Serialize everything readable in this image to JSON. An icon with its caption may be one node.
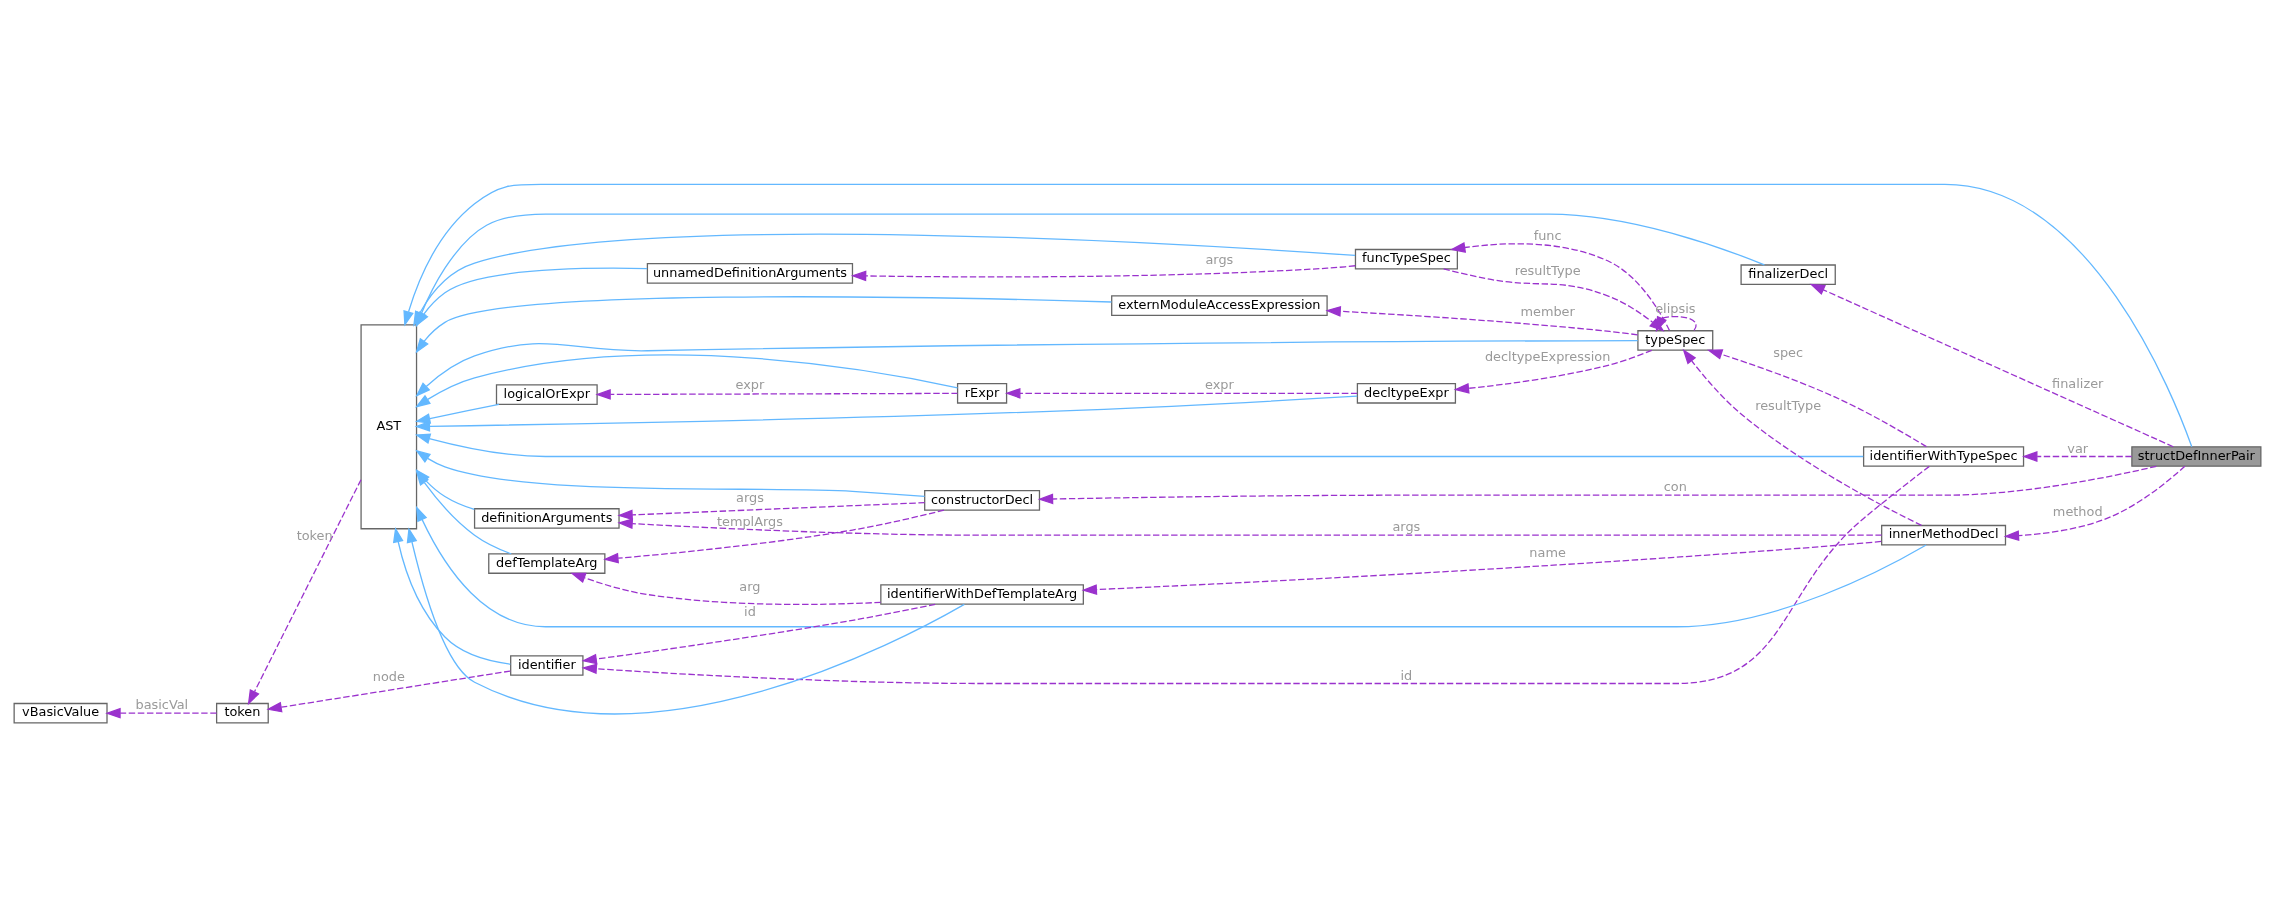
{
  "diagram": {
    "nodes": [
      {
        "text": [
          "structDefInnerPair"
        ]
      },
      {
        "text": [
          "finalizerDecl"
        ]
      },
      {
        "text": [
          "AST"
        ]
      },
      {
        "text": [
          "funcTypeSpec"
        ]
      },
      {
        "text": [
          "unnamedDefinitionArguments"
        ]
      },
      {
        "text": [
          "externModuleAccessExpression"
        ]
      },
      {
        "text": [
          "typeSpec"
        ]
      },
      {
        "text": [
          "rExpr"
        ]
      },
      {
        "text": [
          "logicalOrExpr"
        ]
      },
      {
        "text": [
          "decltypeExpr"
        ]
      },
      {
        "text": [
          "identifierWithTypeSpec"
        ]
      },
      {
        "text": [
          "constructorDecl"
        ]
      },
      {
        "text": [
          "definitionArguments"
        ]
      },
      {
        "text": [
          "defTemplateArg"
        ]
      },
      {
        "text": [
          "innerMethodDecl"
        ]
      },
      {
        "text": [
          "identifier"
        ]
      },
      {
        "text": [
          "token"
        ]
      },
      {
        "text": [
          "vBasicValue"
        ]
      },
      {
        "text": [
          "identifierWithDefTemplateArg"
        ]
      }
    ],
    "edges": [
      {
        "from": 1,
        "to": 2,
        "arrow": "to",
        "color": "#63b8ff"
      },
      {
        "from": 0,
        "to": 2,
        "arrow": "to",
        "color": "#63b8ff"
      },
      {
        "from": 3,
        "to": 2,
        "arrow": "to",
        "color": "#63b8ff"
      },
      {
        "from": 4,
        "to": 2,
        "arrow": "to",
        "color": "#63b8ff"
      },
      {
        "from": 5,
        "to": 2,
        "arrow": "to",
        "color": "#63b8ff"
      },
      {
        "from": 7,
        "to": 2,
        "arrow": "to",
        "color": "#63b8ff"
      },
      {
        "from": 8,
        "to": 2,
        "arrow": "to",
        "color": "#63b8ff"
      },
      {
        "from": 9,
        "to": 2,
        "arrow": "to",
        "color": "#63b8ff"
      },
      {
        "from": 6,
        "to": 2,
        "arrow": "to",
        "color": "#63b8ff"
      },
      {
        "from": 10,
        "to": 2,
        "arrow": "to",
        "color": "#63b8ff"
      },
      {
        "from": 14,
        "to": 2,
        "arrow": "to",
        "color": "#63b8ff"
      },
      {
        "from": 11,
        "to": 2,
        "arrow": "to",
        "color": "#63b8ff"
      },
      {
        "from": 12,
        "to": 2,
        "arrow": "to",
        "color": "#63b8ff"
      },
      {
        "from": 13,
        "to": 2,
        "arrow": "to",
        "color": "#63b8ff"
      },
      {
        "from": 15,
        "to": 2,
        "arrow": "to",
        "color": "#63b8ff"
      },
      {
        "from": 18,
        "to": 2,
        "arrow": "to",
        "color": "#63b8ff"
      },
      {
        "from": 0,
        "to": 1,
        "arrow": "to",
        "label": "finalizer",
        "style": "dashed"
      },
      {
        "from": 3,
        "to": 4,
        "arrow": "to",
        "label": "args",
        "style": "dashed"
      },
      {
        "from": 6,
        "to": 3,
        "arrow": "to",
        "label": "func",
        "style": "dashed"
      },
      {
        "from": 3,
        "to": 6,
        "arrow": "to",
        "label": "resultType",
        "style": "dashed"
      },
      {
        "from": 6,
        "to": 5,
        "arrow": "to",
        "label": "member",
        "style": "dashed"
      },
      {
        "from": 6,
        "to": 6,
        "arrow": "to",
        "label": "elipsis",
        "style": "dashed"
      },
      {
        "from": 6,
        "to": 9,
        "arrow": "to",
        "label": "decltypeExpression",
        "style": "dashed"
      },
      {
        "from": 9,
        "to": 7,
        "arrow": "to",
        "label": "expr",
        "style": "dashed"
      },
      {
        "from": 7,
        "to": 8,
        "arrow": "to",
        "label": "expr",
        "style": "dashed"
      },
      {
        "from": 10,
        "to": 6,
        "arrow": "to",
        "label": "spec",
        "style": "dashed"
      },
      {
        "from": 14,
        "to": 6,
        "arrow": "to",
        "label": "resultType",
        "style": "dashed"
      },
      {
        "from": 0,
        "to": 10,
        "arrow": "to",
        "label": "var",
        "style": "dashed"
      },
      {
        "from": 0,
        "to": 11,
        "arrow": "to",
        "label": "con",
        "style": "dashed"
      },
      {
        "from": 10,
        "to": 15,
        "arrow": "to",
        "label": "id",
        "style": "dashed"
      },
      {
        "from": 0,
        "to": 14,
        "arrow": "to",
        "label": "method",
        "style": "dashed"
      },
      {
        "from": 11,
        "to": 12,
        "arrow": "to",
        "label": "args",
        "style": "dashed"
      },
      {
        "from": 11,
        "to": 13,
        "arrow": "to",
        "label": "templArgs",
        "style": "dashed"
      },
      {
        "from": 14,
        "to": 12,
        "arrow": "to",
        "label": "args",
        "style": "dashed"
      },
      {
        "from": 14,
        "to": 18,
        "arrow": "to",
        "label": "name",
        "style": "dashed"
      },
      {
        "from": 18,
        "to": 13,
        "arrow": "to",
        "label": "arg",
        "style": "dashed"
      },
      {
        "from": 18,
        "to": 15,
        "arrow": "to",
        "label": "id",
        "style": "dashed"
      },
      {
        "from": 15,
        "to": 16,
        "arrow": "to",
        "label": "node",
        "style": "dashed"
      },
      {
        "from": 2,
        "to": 16,
        "arrow": "to",
        "label": "token",
        "style": "dashed"
      },
      {
        "from": 16,
        "to": 17,
        "arrow": "to",
        "label": "basicVal",
        "style": "dashed"
      }
    ]
  }
}
